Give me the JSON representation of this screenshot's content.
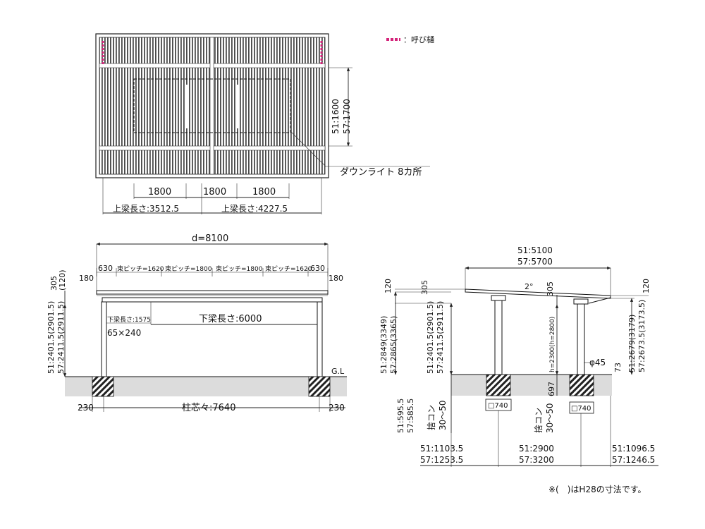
{
  "legend": {
    "color": "#d4237a",
    "label": "：呼び樋"
  },
  "plan": {
    "right_dims": [
      "51:1600",
      "57:1700"
    ],
    "downlight_label": "ダウンライト 8カ所",
    "pitches": [
      "1800",
      "1800",
      "1800"
    ],
    "upper_beams": [
      "上梁長さ:3512.5",
      "上梁長さ:4227.5"
    ]
  },
  "front": {
    "d_label": "d=8100",
    "left_vert": [
      "305",
      "(120)"
    ],
    "left_col": [
      "51:2401.5(2901.5)",
      "57:2411.5(2911.5)"
    ],
    "top_edge_left": "180",
    "top_edge_right": "180",
    "overhang_left": "630",
    "overhang_right": "630",
    "rafter_pitches": [
      "束ピッチ=1620",
      "束ピッチ=1800",
      "束ピッチ=1800",
      "束ピッチ=1620"
    ],
    "lower_short": "下梁長さ:1575",
    "lower_long": "下梁長さ:6000",
    "post_size": "65×240",
    "gl": "G.L",
    "found_left": "230",
    "found_right": "230",
    "post_center": "柱芯々:7640"
  },
  "side": {
    "width_dims": [
      "51:5100",
      "57:5700"
    ],
    "slope": "2°",
    "left_120": "120",
    "left_305": "305",
    "left_outer": [
      "51:2849(3349)",
      "57:2865(3365)"
    ],
    "left_inner": [
      "51:2401.5(2901.5)",
      "57:2411.5(2911.5)"
    ],
    "mid_305": "305",
    "h_label": "h=2300(h=2800)",
    "right_120": "120",
    "right_outer": [
      "51:2679(3179)",
      "57:2673.5(3173.5)"
    ],
    "phi": "φ45",
    "v73": "73",
    "v697": "697",
    "left_bottom": [
      "51:595.5",
      "57:585.5"
    ],
    "conc_left": [
      "捨コン",
      "30～50"
    ],
    "conc_mid": [
      "捨コン",
      "30～50"
    ],
    "sq_left": "□740",
    "sq_right": "□740",
    "bottom_left": [
      "51:1103.5",
      "57:1253.5"
    ],
    "bottom_mid": [
      "51:2900",
      "57:3200"
    ],
    "bottom_right": [
      "51:1096.5",
      "57:1246.5"
    ]
  },
  "footnote": "※(　)はH28の寸法です。"
}
